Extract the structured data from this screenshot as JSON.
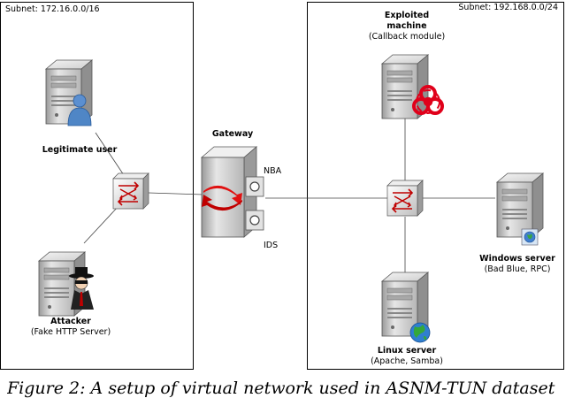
{
  "subnets": {
    "left": "Subnet: 172.16.0.0/16",
    "right": "Subnet: 192.168.0.0/24"
  },
  "nodes": {
    "legitimate_user": {
      "title": "Legitimate user"
    },
    "attacker": {
      "title": "Attacker",
      "subtitle": "(Fake HTTP Server)"
    },
    "gateway": {
      "title": "Gateway",
      "nba": "NBA",
      "ids": "IDS"
    },
    "exploited": {
      "title_line1": "Exploited",
      "title_line2": "machine",
      "subtitle": "(Callback module)"
    },
    "windows_server": {
      "title": "Windows server",
      "subtitle": "(Bad Blue, RPC)"
    },
    "linux_server": {
      "title": "Linux server",
      "subtitle": "(Apache, Samba)"
    }
  },
  "caption": "Figure 2: A setup of virtual network used in ASNM-TUN dataset",
  "icons": [
    "server-icon",
    "user-icon",
    "spy-icon",
    "switch-icon",
    "biohazard-icon",
    "globe-icon",
    "gateway-icon"
  ],
  "colors": {
    "server_body": "#d9d9d9",
    "switch_arrow": "#c00000",
    "biohazard": "#e0001a",
    "user_blue": "#4f86c6",
    "globe": "#2f7fd0"
  }
}
